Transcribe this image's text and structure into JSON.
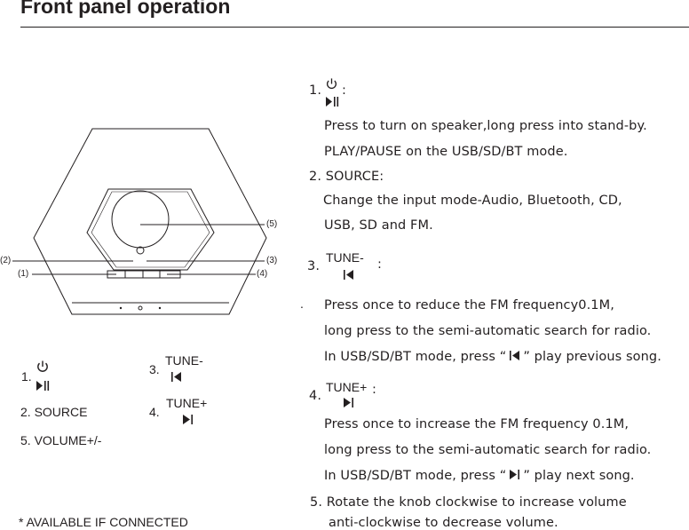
{
  "header": {
    "title": "Front panel operation"
  },
  "diagram": {
    "callouts": {
      "c1": "(1)",
      "c2": "(2)",
      "c3": "(3)",
      "c4": "(4)",
      "c5": "(5)"
    }
  },
  "legend": {
    "item1_num": "1.",
    "item2": "2. SOURCE",
    "item5": "5. VOLUME+/-",
    "item3_num": "3.",
    "item3_label": "TUNE-",
    "item4_num": "4.",
    "item4_label": "TUNE+"
  },
  "footnote": "* AVAILABLE IF CONNECTED",
  "instructions": {
    "i1_num": "1.",
    "i1_colon": ":",
    "i1_line1": "Press to turn on speaker,long press into stand-by.",
    "i1_line2": "PLAY/PAUSE on the USB/SD/BT mode.",
    "i2_head": "2. SOURCE:",
    "i2_line1": "Change the input mode-Audio, Bluetooth, CD,",
    "i2_line2": "USB, SD and FM.",
    "i3_num": "3.",
    "i3_label": "TUNE-",
    "i3_colon": ":",
    "i3_bullet": ".",
    "i3_line1": "Press once to reduce the FM frequency0.1M,",
    "i3_line2": "long press to the semi-automatic search for radio.",
    "i3_line3_pre": "In USB/SD/BT mode, press “",
    "i3_line3_post": "” play previous song.",
    "i4_num": "4.",
    "i4_label": "TUNE+",
    "i4_colon": ":",
    "i4_line1": "Press once to increase the FM frequency 0.1M,",
    "i4_line2": "long press to the semi-automatic search for radio.",
    "i4_line3_pre": "In USB/SD/BT mode, press “",
    "i4_line3_post": "” play next song.",
    "i5_line1": "5. Rotate the knob clockwise to increase volume",
    "i5_line2": "anti-clockwise to decrease volume."
  },
  "icons": {
    "power": "power-icon",
    "play_pause": "play-pause-icon",
    "prev": "skip-previous-icon",
    "next": "skip-next-icon"
  },
  "colors": {
    "ink": "#231f20",
    "background": "#ffffff"
  }
}
